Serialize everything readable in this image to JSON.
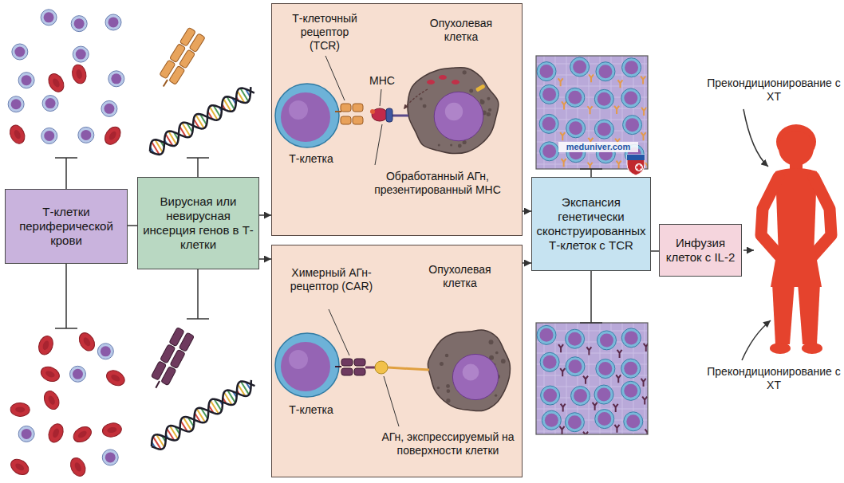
{
  "diagram": {
    "nodes": [
      {
        "text": [
          "Т-клетки периферической крови"
        ]
      },
      {
        "text": [
          "Вирусная или невирусная инсерция генов в Т-клетки"
        ]
      },
      {
        "text": [
          "Т-клеточный рецептор (TCR)",
          "Опухолевая клетка",
          "МНС",
          "Т-клетка",
          "Обработанный АГн, презентированный МНС"
        ]
      },
      {
        "text": [
          "Химерный АГн-рецептор (CAR)",
          "Опухолевая клетка",
          "Т-клетка",
          "АГн, экспрессируемый на поверхности клетки"
        ]
      },
      {
        "text": [
          "Экспансия генетически сконструированных Т-клеток с TCR"
        ]
      },
      {
        "text": [
          "Инфузия клеток с IL-2"
        ]
      }
    ],
    "edges": [
      {
        "from": 0,
        "to": 1,
        "arrow": "none"
      },
      {
        "from": 1,
        "to": 2,
        "arrow": "to"
      },
      {
        "from": 1,
        "to": 3,
        "arrow": "to"
      },
      {
        "from": 2,
        "to": 4,
        "arrow": "to"
      },
      {
        "from": 3,
        "to": 4,
        "arrow": "to"
      },
      {
        "from": 4,
        "to": 5,
        "arrow": "none"
      }
    ],
    "labels": [
      "Прекондиционирование с ХТ",
      "Прекондиционирование с ХТ",
      "meduniver.com"
    ]
  }
}
